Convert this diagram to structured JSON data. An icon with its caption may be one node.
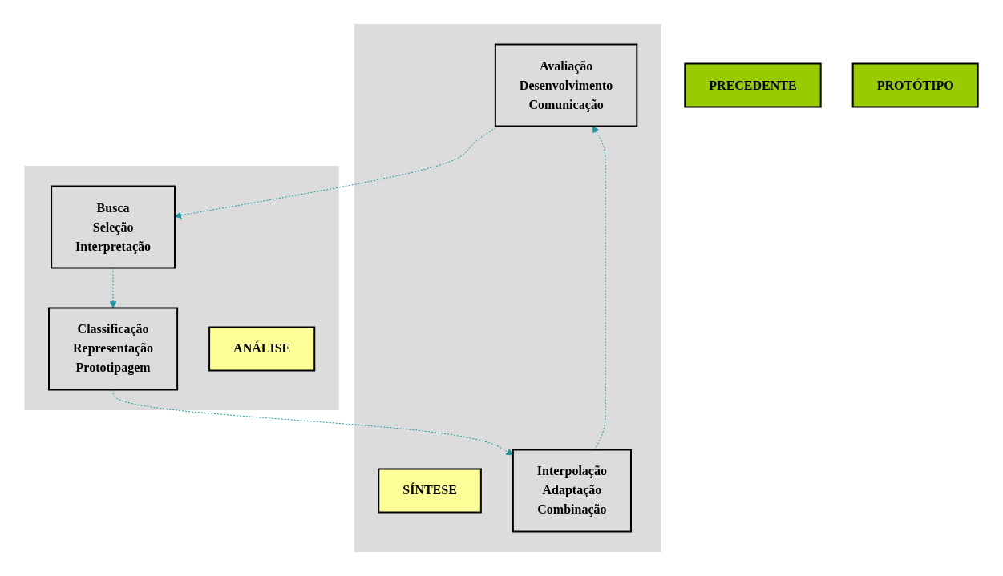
{
  "diagram": {
    "nodes": [
      {
        "text": [
          "PRECEDENTE"
        ]
      },
      {
        "text": [],
        "shape": "box"
      },
      {
        "text": [
          "SÍNTESE"
        ],
        "in": 1
      },
      {
        "text": [
          "Avaliação",
          "Desenvolvimento",
          "Comunicação"
        ],
        "in": 1
      },
      {
        "text": [
          "Interpolação",
          "Adaptação",
          "Combinação"
        ],
        "in": 1
      },
      {
        "text": [],
        "shape": "box"
      },
      {
        "text": [
          "Busca",
          "Seleção",
          "Interpretação"
        ],
        "in": 5
      },
      {
        "text": [
          "Classificação",
          "Representação",
          "Prototipagem"
        ],
        "in": 5
      },
      {
        "text": [
          "ANÁLISE"
        ],
        "in": 5
      },
      {
        "text": [
          "PROTÓTIPO"
        ]
      }
    ],
    "edges": [
      {
        "from": 3,
        "to": 6,
        "arrow": "to",
        "style": "dashed",
        "color": "#1a9aa0"
      },
      {
        "from": 6,
        "to": 7,
        "arrow": "to",
        "style": "dashed",
        "color": "#1a9aa0"
      },
      {
        "from": 7,
        "to": 4,
        "arrow": "to",
        "style": "dashed",
        "color": "#1a9aa0"
      },
      {
        "from": 4,
        "to": 3,
        "arrow": "to",
        "style": "dashed",
        "color": "#1a9aa0"
      }
    ]
  }
}
